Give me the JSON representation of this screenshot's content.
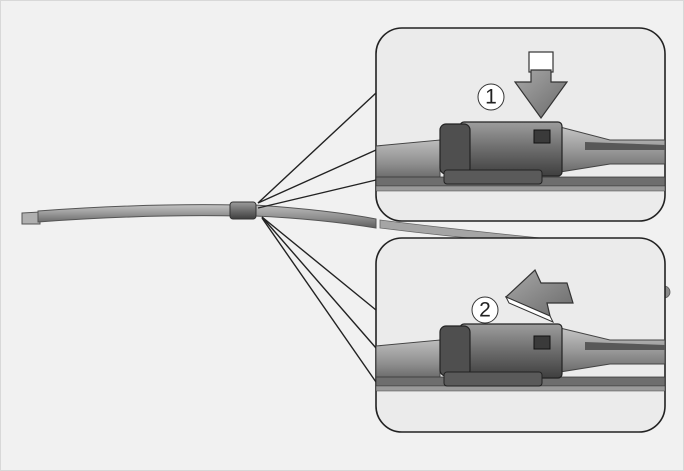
{
  "steps": [
    {
      "number": "1",
      "action": "press-down"
    },
    {
      "number": "2",
      "action": "slide-out"
    }
  ],
  "icons": {
    "step1_arrow": "arrow-down-icon",
    "step2_arrow": "arrow-left-icon"
  },
  "colors": {
    "background": "#f1f1f1",
    "panel": "#ebebeb",
    "outline": "#222222",
    "arm": "#9a9a9a",
    "clip": "#6f6f6f",
    "arrow": "#8a8a8a",
    "badge": "#ffffff"
  }
}
